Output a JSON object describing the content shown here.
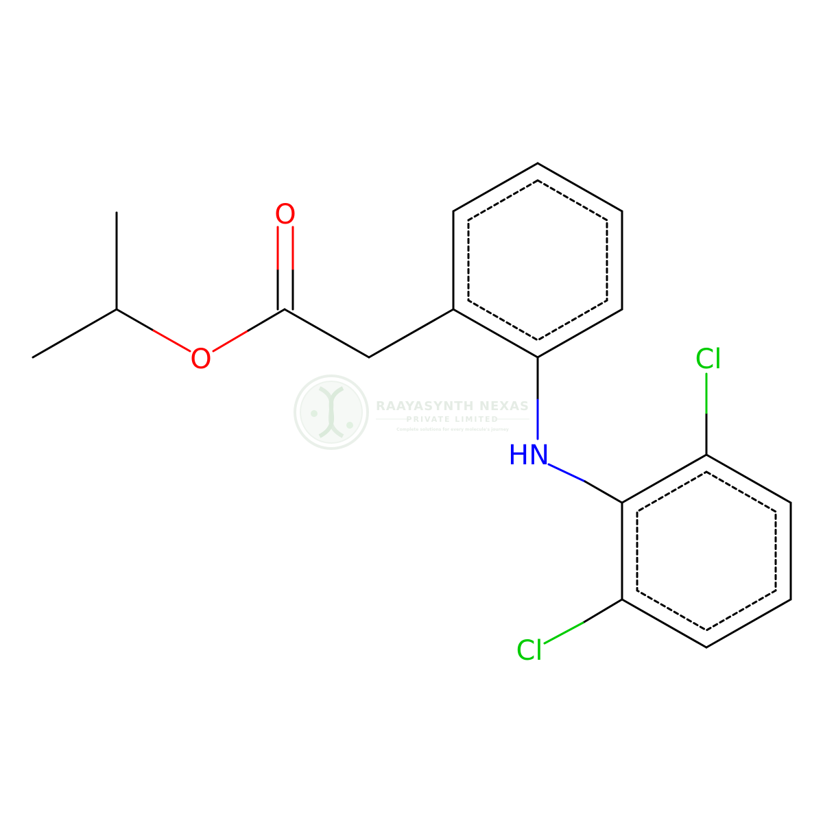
{
  "molecule": {
    "atoms": {
      "carbonyl_oxygen": "O",
      "ester_oxygen": "O",
      "amine": "HN",
      "chlorine_top": "Cl",
      "chlorine_bottom": "Cl"
    },
    "colors": {
      "bond": "#000000",
      "oxygen": "#ff0000",
      "nitrogen": "#0000ff",
      "chlorine": "#00cc00"
    }
  },
  "watermark": {
    "title": "RAAYASYNTH NEXAS",
    "subtitle": "PRIVATE LIMITED",
    "tagline": "Complete solutions for every molecule's journey",
    "logo": "dna-helix-logo",
    "color": "#dde8dd"
  }
}
